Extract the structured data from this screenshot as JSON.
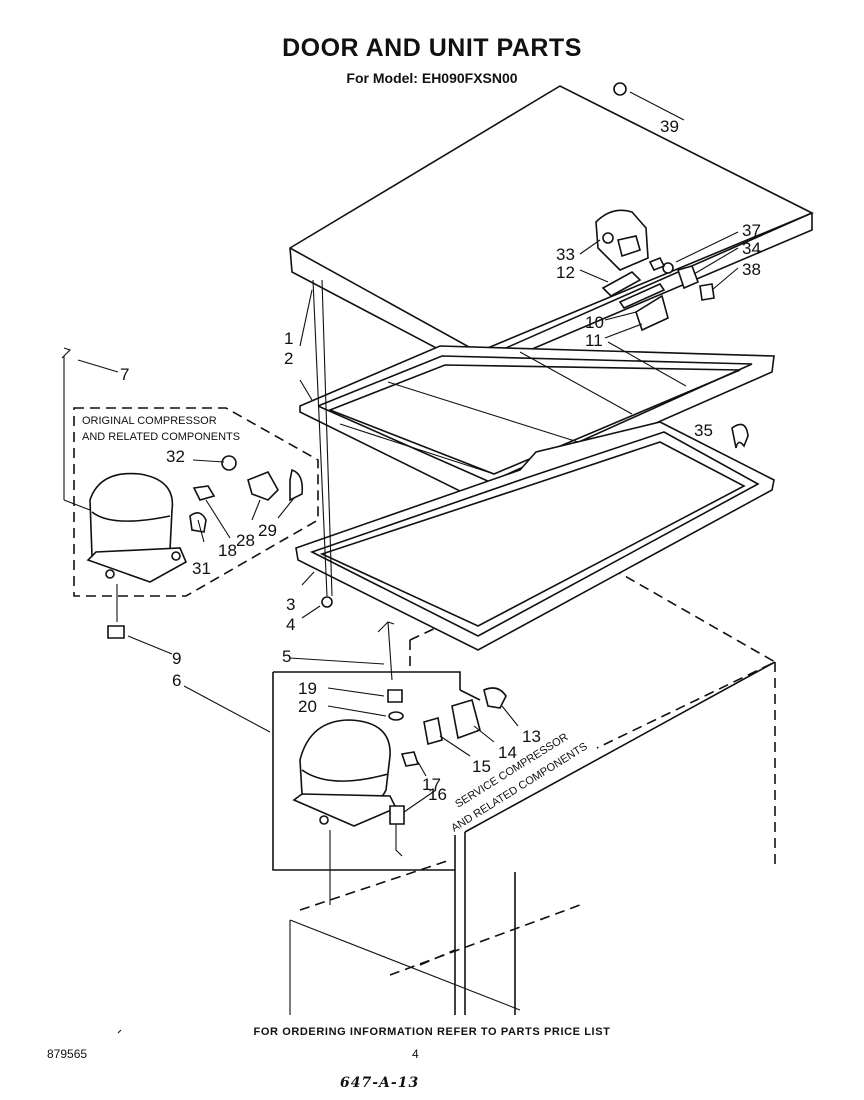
{
  "header": {
    "title": "DOOR AND UNIT PARTS",
    "model_label": "For Model: EH090FXSN00"
  },
  "groups": {
    "original": [
      "ORIGINAL COMPRESSOR",
      "AND RELATED COMPONENTS"
    ],
    "service": [
      "SERVICE COMPRESSOR",
      "AND RELATED COMPONENTS"
    ]
  },
  "callouts": {
    "c1": "1",
    "c2": "2",
    "c3": "3",
    "c4": "4",
    "c5": "5",
    "c6": "6",
    "c7": "7",
    "c9": "9",
    "c10": "10",
    "c11": "11",
    "c12": "12",
    "c13": "13",
    "c14": "14",
    "c15": "15",
    "c16": "16",
    "c17": "17",
    "c18": "18",
    "c19": "19",
    "c20": "20",
    "c28": "28",
    "c29": "29",
    "c31": "31",
    "c32": "32",
    "c33": "33",
    "c34": "34",
    "c35": "35",
    "c37": "37",
    "c38": "38",
    "c39": "39"
  },
  "footer": {
    "ordering_note": "FOR ORDERING INFORMATION REFER TO PARTS PRICE LIST",
    "doc_number": "879565",
    "page_number": "4",
    "handwritten": "647-A-13"
  }
}
